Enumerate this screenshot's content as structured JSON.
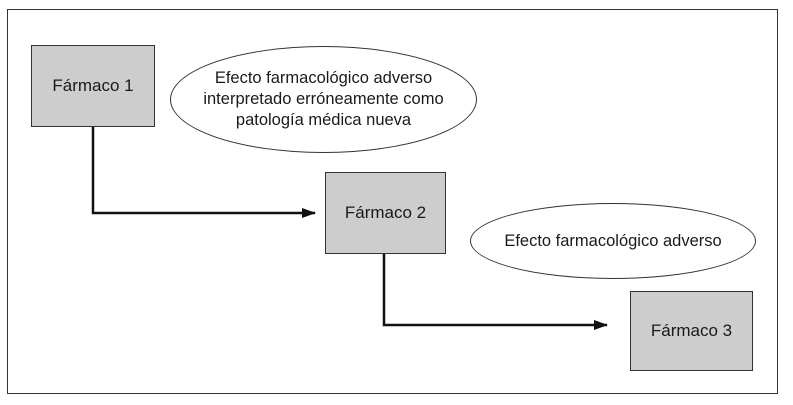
{
  "drugs": {
    "d1": "Fármaco 1",
    "d2": "Fármaco 2",
    "d3": "Fármaco 3"
  },
  "effects": {
    "e1": [
      "Efecto farmacológico adverso",
      "interpretado erróneamente como",
      "patología médica nueva"
    ],
    "e2": "Efecto farmacológico adverso"
  },
  "colors": {
    "box_fill": "#cdcdcd",
    "stroke": "#333333",
    "text": "#1a1a1a"
  }
}
